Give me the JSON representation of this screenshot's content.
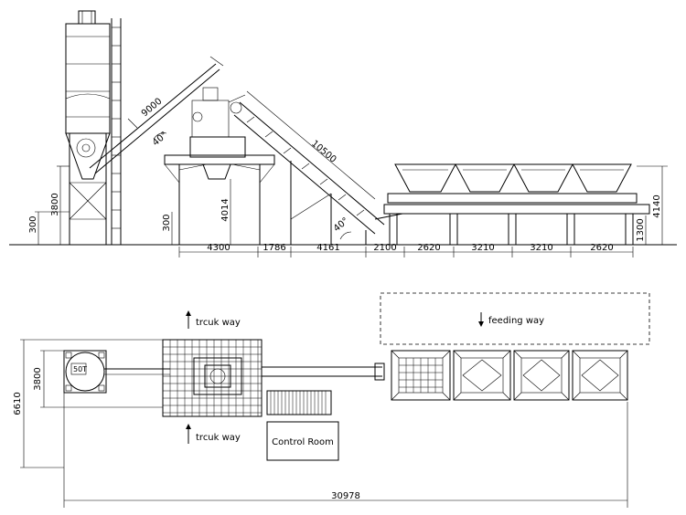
{
  "elevation": {
    "dims": {
      "silo_height": "3800",
      "silo_base": "300",
      "screw_conveyor": "9000",
      "screw_angle": "40°",
      "frame_base": "300",
      "mixer_height": "4014",
      "belt_length": "10500",
      "belt_angle": "40°",
      "hopper_height": "4140",
      "hopper_base": "1300",
      "spans": [
        "4300",
        "1786",
        "4161",
        "2100",
        "2620",
        "3210",
        "3210",
        "2620"
      ]
    }
  },
  "plan": {
    "silo_label": "50T",
    "truck_way_top": "trcuk way",
    "truck_way_bottom": "trcuk way",
    "feeding_way": "feeding way",
    "control_room": "Control Room",
    "dims": {
      "width_inner": "3800",
      "width_outer": "6610",
      "total_length": "30978"
    }
  },
  "icons": [
    "arrow-down-icon",
    "arrow-up-icon"
  ]
}
